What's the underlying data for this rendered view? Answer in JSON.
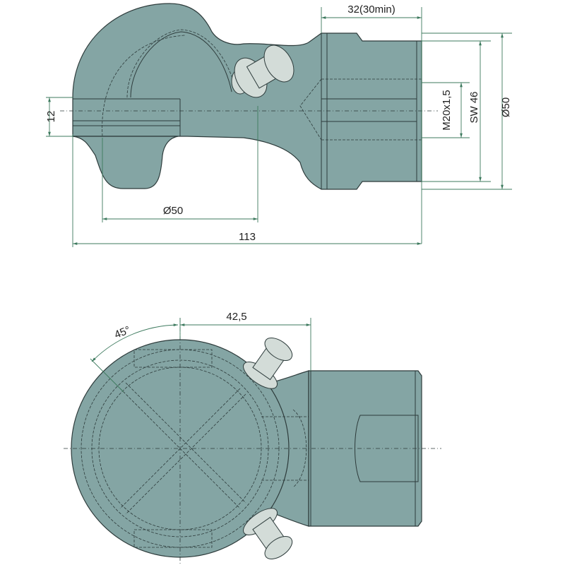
{
  "top_view": {
    "dim_thread_length": "32(30min)",
    "dim_height": "12",
    "dim_thread": "M20x1,5",
    "dim_wrench": "SW 46",
    "dim_outer_diameter": "Ø50",
    "dim_ball_diameter": "Ø50",
    "dim_total_length": "113"
  },
  "bottom_view": {
    "dim_angle": "45°",
    "dim_offset": "42,5"
  },
  "colors": {
    "part": "#84a5a4",
    "dimension": "#3d7a5e",
    "bolt": "#d3dcd8"
  }
}
